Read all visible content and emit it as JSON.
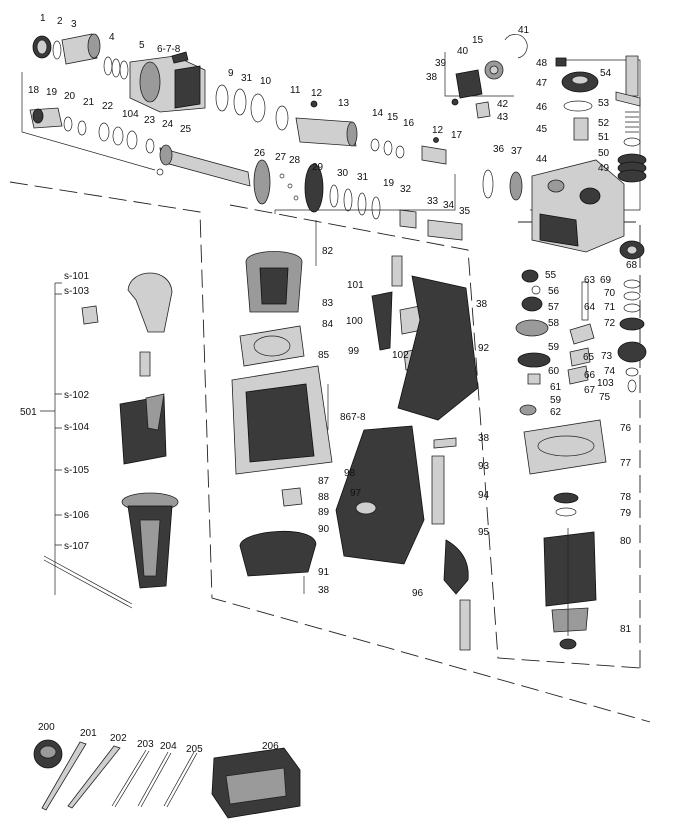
{
  "labels": {
    "p1": "1",
    "p2": "2",
    "p3": "3",
    "p4": "4",
    "p5": "5",
    "p678": "6-7-8",
    "p9": "9",
    "p31a": "31",
    "p10": "10",
    "p11": "11",
    "p12a": "12",
    "p13": "13",
    "p14": "14",
    "p15a": "15",
    "p16": "16",
    "p12b": "12",
    "p17": "17",
    "p41": "41",
    "p15b": "15",
    "p40": "40",
    "p39": "39",
    "p38a": "38",
    "p42": "42",
    "p43": "43",
    "p48": "48",
    "p47": "47",
    "p46": "46",
    "p45": "45",
    "p54": "54",
    "p53": "53",
    "p51": "51",
    "p50": "50",
    "p52": "52",
    "p49": "49",
    "p18": "18",
    "p19a": "19",
    "p20": "20",
    "p21": "21",
    "p22": "22",
    "p104": "104",
    "p23": "23",
    "p24": "24",
    "p25": "25",
    "p26": "26",
    "p27": "27",
    "p28": "28",
    "p29": "29",
    "p30": "30",
    "p31b": "31",
    "p19b": "19",
    "p32": "32",
    "p33": "33",
    "p34": "34",
    "p35": "35",
    "p36": "36",
    "p37": "37",
    "p44": "44",
    "p68": "68",
    "p63": "63",
    "p69": "69",
    "p70": "70",
    "p71": "71",
    "p72": "72",
    "p55": "55",
    "p56": "56",
    "p57": "57",
    "p58": "58",
    "p64": "64",
    "p59a": "59",
    "p65": "65",
    "p73": "73",
    "p74": "74",
    "p60": "60",
    "p66": "66",
    "p61": "61",
    "p67": "67",
    "p103a": "103",
    "p75": "75",
    "p59b": "59",
    "p62": "62",
    "p76": "76",
    "p77": "77",
    "p78": "78",
    "p79": "79",
    "p80": "80",
    "p81": "81",
    "p82": "82",
    "p83": "83",
    "p84": "84",
    "p85": "85",
    "p8678": "867-8",
    "p87": "87",
    "p88": "88",
    "p89": "89",
    "p90": "90",
    "p91": "91",
    "p38b": "38",
    "p101": "101",
    "p38c": "38",
    "p100": "100",
    "p99": "99",
    "p102": "102",
    "p92": "92",
    "p38d": "38",
    "p93": "93",
    "p98": "98",
    "p97": "97",
    "p94": "94",
    "p95": "95",
    "p96": "96",
    "s101": "s-101",
    "s103": "s-103",
    "s102": "s-102",
    "p501": "501",
    "s104": "s-104",
    "s105": "s-105",
    "s106": "s-106",
    "s107": "s-107",
    "p200": "200",
    "p201": "201",
    "p202": "202",
    "p203": "203",
    "p204": "204",
    "p205": "205",
    "p206": "206"
  }
}
